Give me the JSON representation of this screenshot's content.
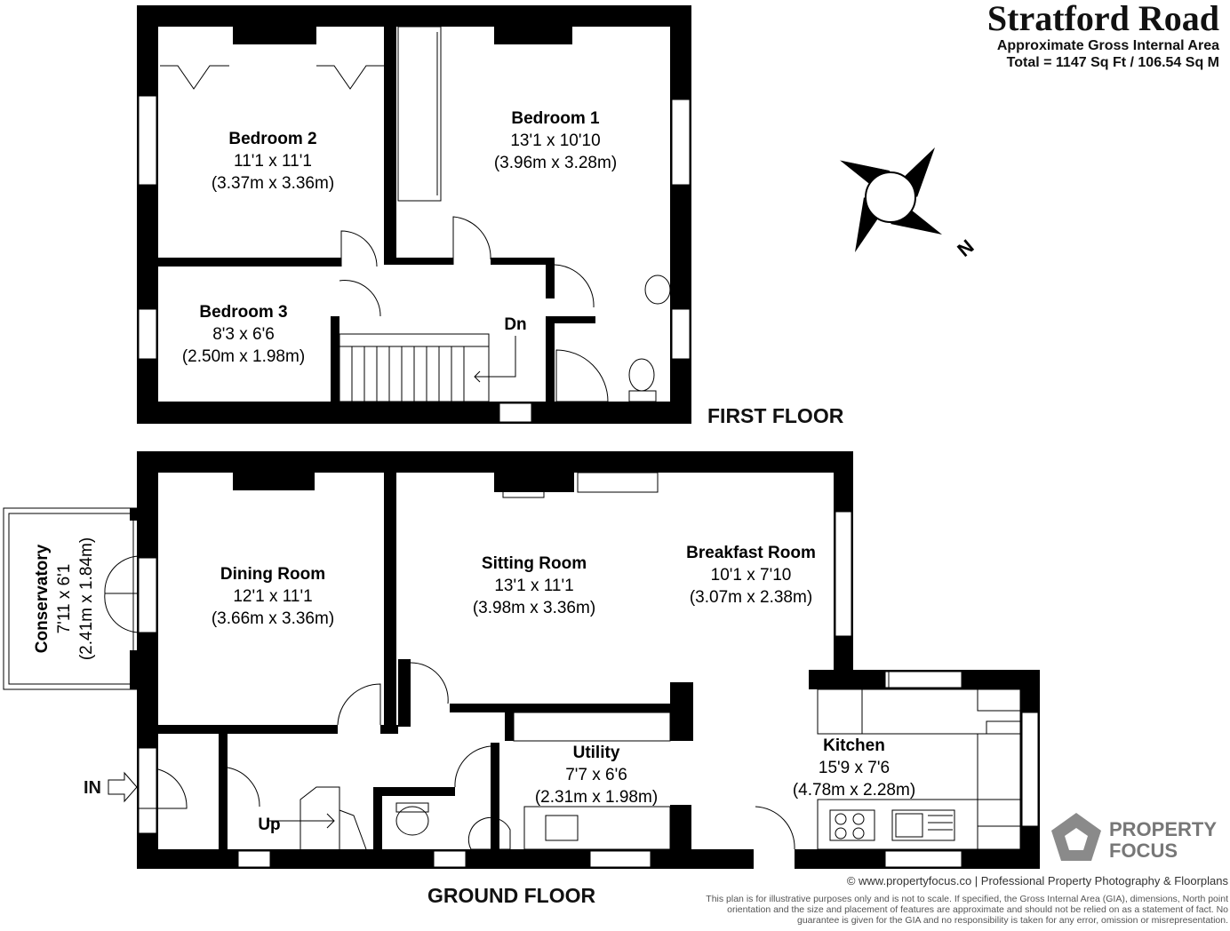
{
  "header": {
    "property_name": "Stratford Road",
    "area_caption": "Approximate Gross Internal Area",
    "area_total": "Total = 1147 Sq Ft / 106.54 Sq M"
  },
  "floors": {
    "first": "FIRST FLOOR",
    "ground": "GROUND FLOOR"
  },
  "rooms": {
    "bedroom2": {
      "name": "Bedroom 2",
      "imperial": "11'1 x 11'1",
      "metric": "(3.37m x 3.36m)"
    },
    "bedroom1": {
      "name": "Bedroom 1",
      "imperial": "13'1 x 10'10",
      "metric": "(3.96m x 3.28m)"
    },
    "bedroom3": {
      "name": "Bedroom 3",
      "imperial": "8'3 x 6'6",
      "metric": "(2.50m x 1.98m)"
    },
    "dining": {
      "name": "Dining Room",
      "imperial": "12'1 x 11'1",
      "metric": "(3.66m x 3.36m)"
    },
    "sitting": {
      "name": "Sitting Room",
      "imperial": "13'1 x 11'1",
      "metric": "(3.98m x 3.36m)"
    },
    "breakfast": {
      "name": "Breakfast Room",
      "imperial": "10'1 x 7'10",
      "metric": "(3.07m x 2.38m)"
    },
    "utility": {
      "name": "Utility",
      "imperial": "7'7 x 6'6",
      "metric": "(2.31m x 1.98m)"
    },
    "kitchen": {
      "name": "Kitchen",
      "imperial": "15'9 x 7'6",
      "metric": "(4.78m x 2.28m)"
    },
    "conservatory": {
      "name": "Conservatory",
      "imperial": "7'11 x 6'1",
      "metric": "(2.41m x 1.84m)"
    }
  },
  "stair_labels": {
    "down": "Dn",
    "up": "Up"
  },
  "entrance_label": "IN",
  "compass_label": "N",
  "logo": {
    "line1": "PROPERTY",
    "line2": "FOCUS"
  },
  "footer": {
    "credit": "© www.propertyfocus.co | Professional Property Photography & Floorplans",
    "disclaimer": "This plan is for illustrative purposes only and is not to scale. If specified, the Gross Internal Area (GIA), dimensions, North point orientation and the size and placement of features are approximate and should not be relied on as a statement of fact. No guarantee is given for the GIA and no responsibility is taken for any error, omission or misrepresentation."
  }
}
